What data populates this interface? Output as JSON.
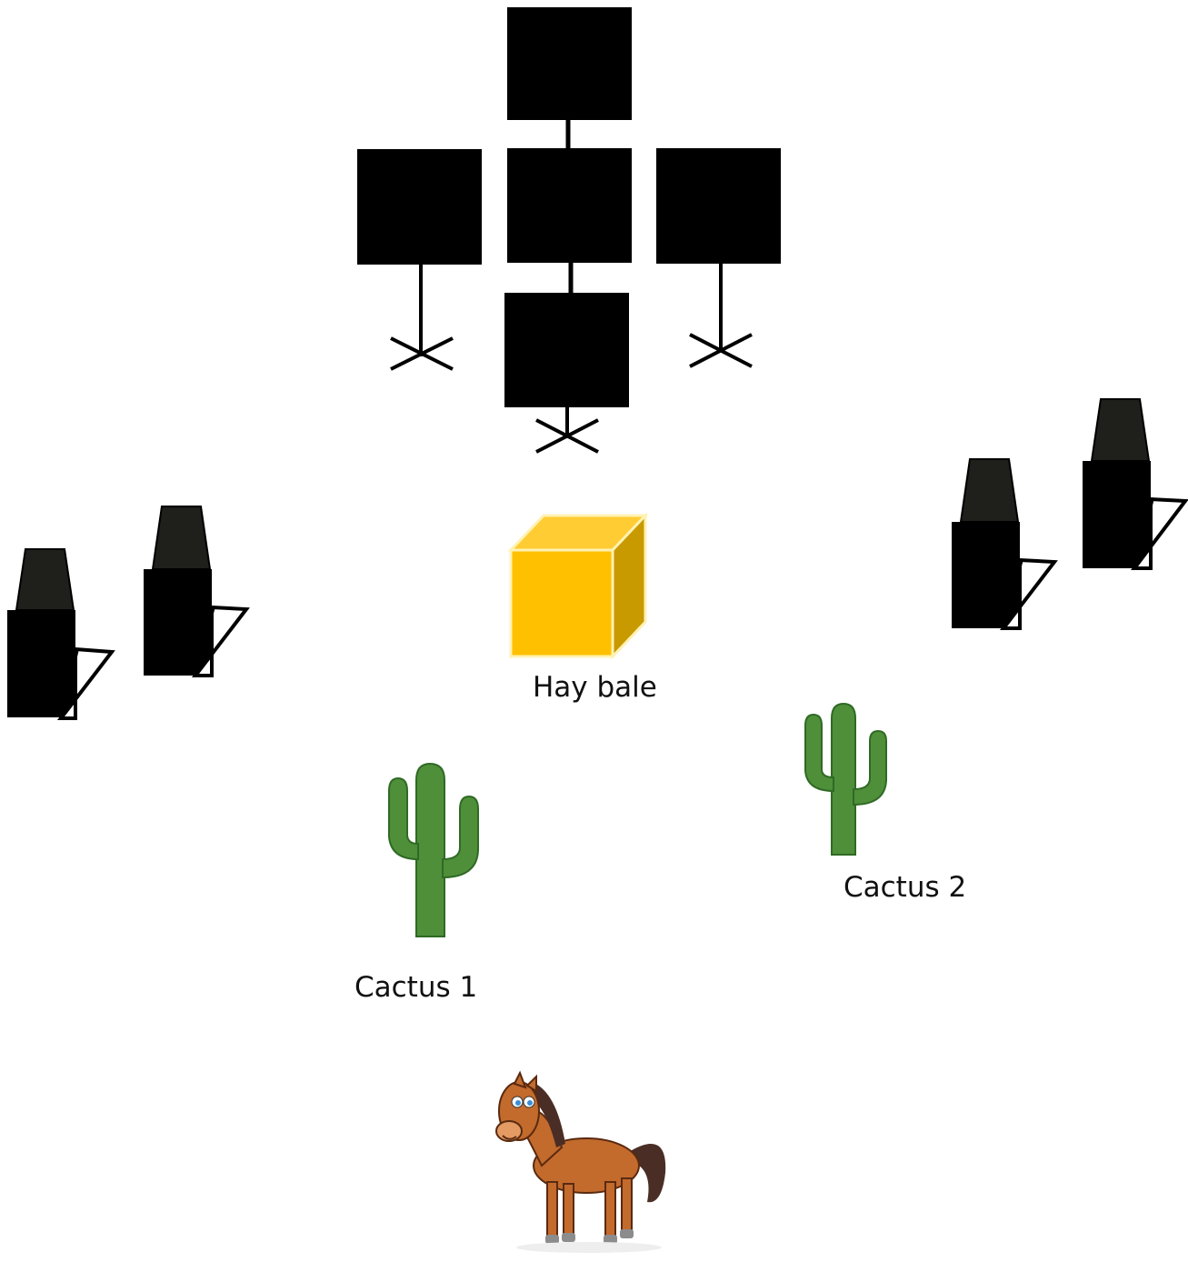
{
  "labels": {
    "hay_bale": "Hay bale",
    "cactus_1": "Cactus 1",
    "cactus_2": "Cactus 2"
  },
  "icons": {
    "formation_blocks": "square-block",
    "crossbars": "x-stand",
    "markers": "barrel-with-ramp",
    "hay_bale": "cube",
    "cactus": "saguaro-cactus",
    "horse": "cartoon-horse"
  },
  "colors": {
    "block": "#000000",
    "marker_top": "#1f201b",
    "hay_front": "#ffc000",
    "hay_top": "#ffcc33",
    "hay_side": "#c99a00",
    "cactus": "#4f8f3a",
    "horse_body": "#c36a2d",
    "horse_mane": "#4a2e25"
  }
}
